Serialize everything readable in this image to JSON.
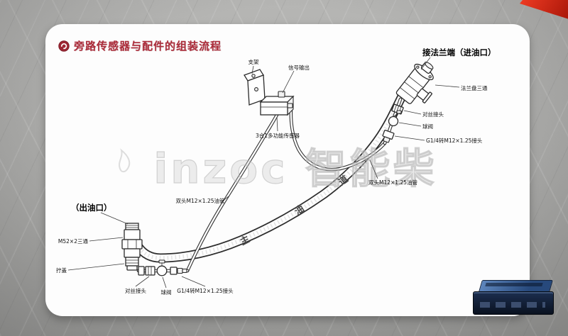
{
  "slide": {
    "title": "旁路传感器与配件的组装流程",
    "watermark": "inzoc 智能柴"
  },
  "diagram": {
    "inlet_heading": "接法兰端（进油口）",
    "outlet_heading": "（出油口）",
    "pipe_chars": {
      "c1": "主",
      "c2": "油",
      "c3": "道"
    },
    "labels": {
      "bracket": "支架",
      "signal_output": "信号输出",
      "sensor": "3合1多功能传感器",
      "flange_tee": "法兰盘三通",
      "nipple_top": "对丝接头",
      "ball_valve_top": "球阀",
      "adapter_top": "G1/4转M12×1.25接头",
      "oil_pipe_top": "双头M12×1.25油管",
      "tee_m52": "M52×2三通",
      "cap": "拧盖",
      "nipple_bottom": "对丝接头",
      "ball_valve_bottom": "球阀",
      "adapter_bottom": "G1/4转M12×1.25接头",
      "oil_pipe_bottom": "双头M12×1.25油管"
    }
  }
}
